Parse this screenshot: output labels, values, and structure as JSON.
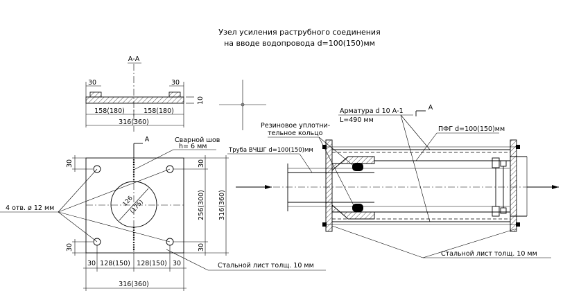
{
  "title": {
    "line1": "Узел усиления раструбного соединения",
    "line2": "на вводе водопровода d=100(150)мм"
  },
  "section_view": {
    "label": "А-А",
    "dim_30_left": "30",
    "dim_30_right": "30",
    "dim_10": "10",
    "dim_half_left": "158(180)",
    "dim_half_right": "158(180)",
    "dim_total": "316(360)"
  },
  "plan_view": {
    "section_mark": "А",
    "weld_label": "Сварной шов",
    "weld_size": "h= 6 мм",
    "holes_label": "4 отв. ø 12 мм",
    "circle_dim_1": "126",
    "circle_dim_2": "(175)",
    "dim_30_top_left": "30",
    "dim_30_bottom_left": "30",
    "dim_30_top_right": "30",
    "dim_30_bottom_right": "30",
    "dim_inner_height": "256(300)",
    "dim_total_height": "316(360)",
    "dim_bottom_30_left": "30",
    "dim_bottom_128_left": "128(150)",
    "dim_bottom_128_right": "128(150)",
    "dim_bottom_30_right": "30",
    "dim_bottom_total": "316(360)",
    "sheet_label": "Стальной лист толщ. 10 мм"
  },
  "elevation_view": {
    "rebar_label": "Арматура d 10 А-1",
    "rebar_length": "L=490 мм",
    "section_mark": "А",
    "rubber_label_1": "Резиновое уплотни-",
    "rubber_label_2": "тельное кольцо",
    "pfg_label": "ПФГ d=100(150)мм",
    "pipe_label": "Труба ВЧШГ d=100(150)мм",
    "sheet_label": "Стальной лист толщ. 10 мм"
  }
}
